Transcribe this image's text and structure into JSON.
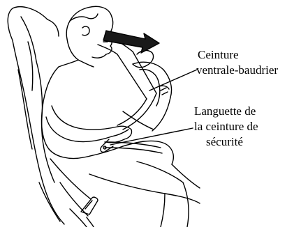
{
  "colors": {
    "ink": "#000000",
    "paper": "#ffffff",
    "arrow_fill": "#1a1a1a"
  },
  "labels": {
    "belt": {
      "line1": "Ceinture",
      "line2": "ventrale-baudrier"
    },
    "tongue": {
      "line1": "Languette de",
      "line2": "la ceinture de",
      "line3": "sécurité"
    }
  }
}
